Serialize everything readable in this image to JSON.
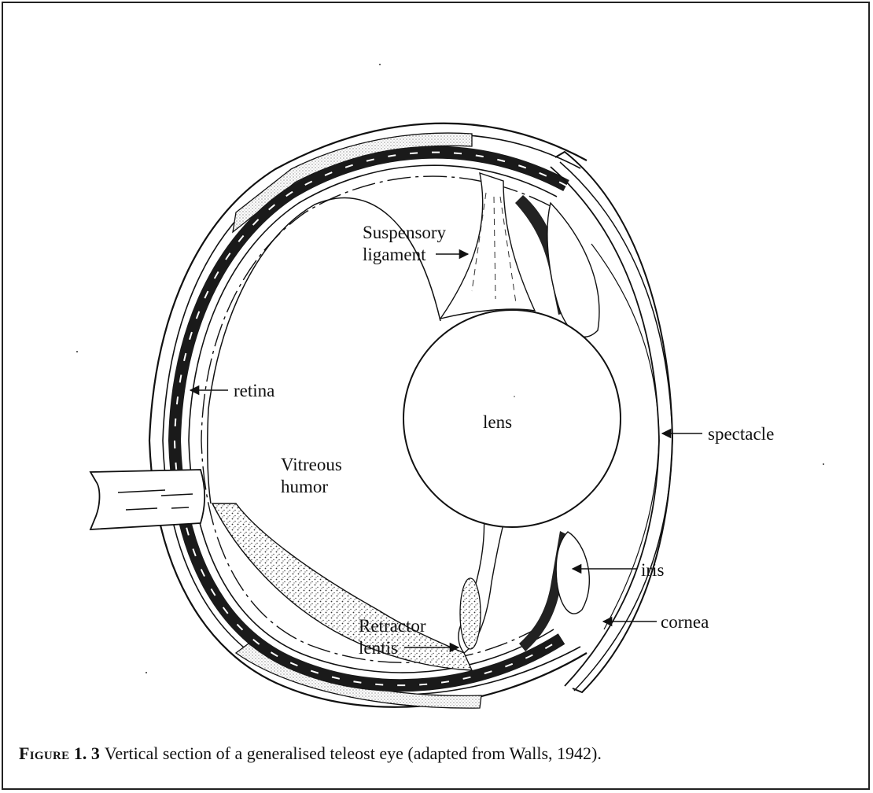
{
  "labels": {
    "suspensory_1": "Suspensory",
    "suspensory_2": "ligament",
    "retina": "retina",
    "lens": "lens",
    "vitreous_1": "Vitreous",
    "vitreous_2": "humor",
    "spectacle": "spectacle",
    "iris": "iris",
    "retractor_1": "Retractor",
    "retractor_2": "lentis",
    "cornea": "cornea"
  },
  "caption": {
    "prefix": "Figure",
    "number": "1. 3",
    "text": "Vertical section of a generalised teleost eye (adapted from Walls, 1942)."
  }
}
